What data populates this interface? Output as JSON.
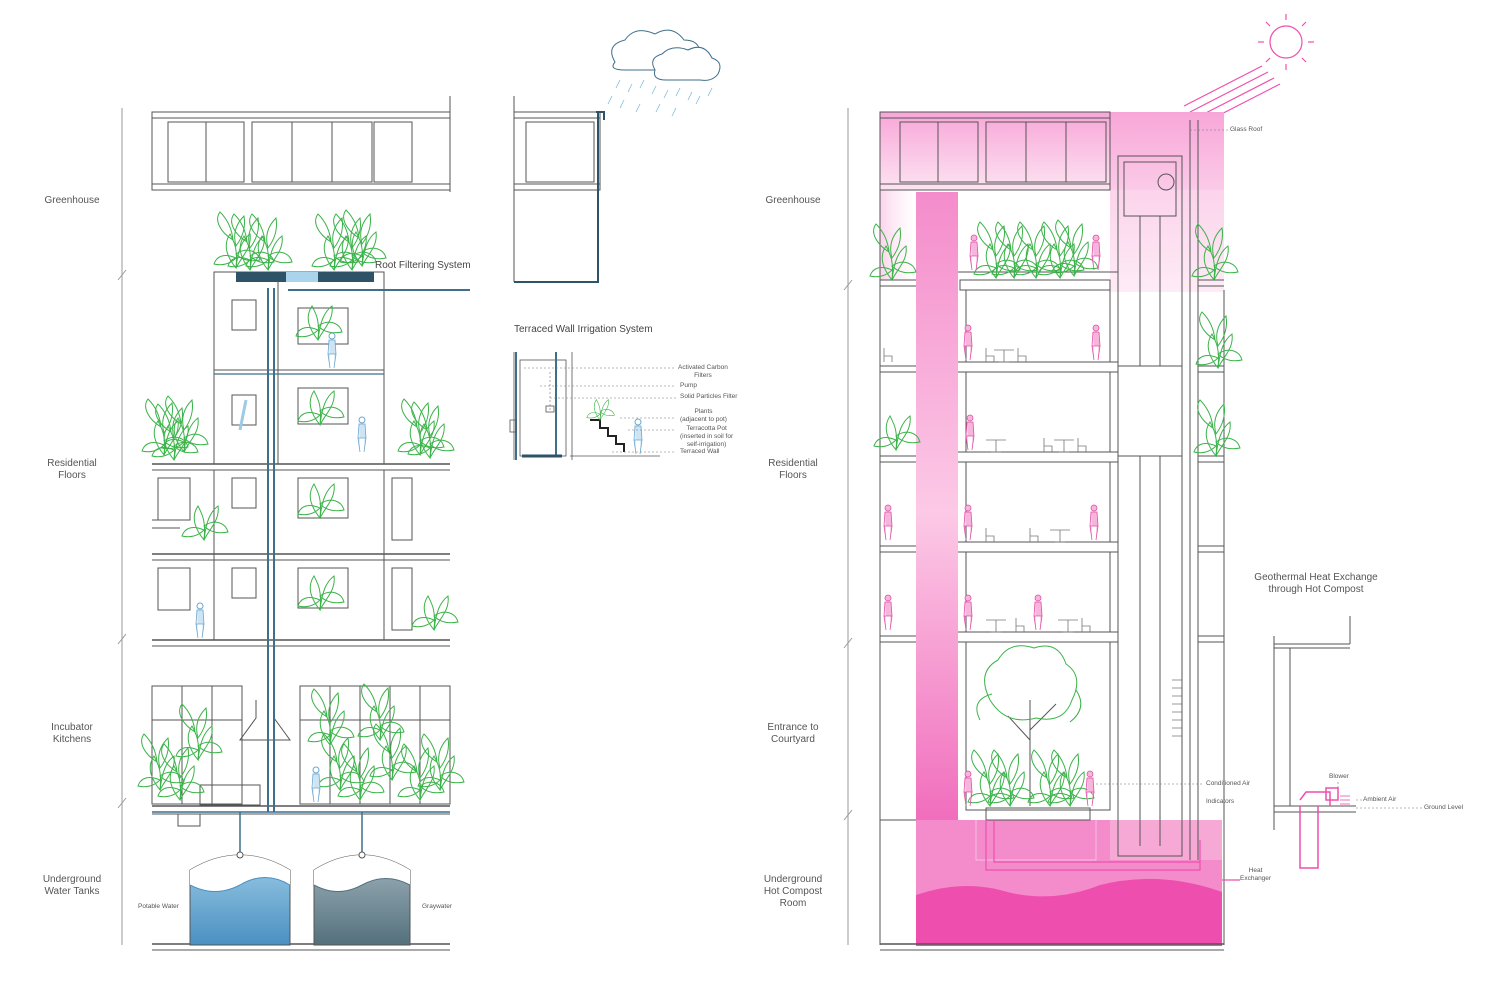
{
  "left_section": {
    "zones": [
      "Greenhouse",
      "Residential\nFloors",
      "Incubator\nKitchens",
      "Underground\nWater Tanks"
    ],
    "root_filtering_label": "Root Filtering System",
    "tank_labels": [
      "Potable Water",
      "Graywater"
    ]
  },
  "irrigation_detail": {
    "title": "Terraced Wall Irrigation System",
    "labels": [
      "Activated Carbon\nFilters",
      "Pump",
      "Solid Particles Filter",
      "Plants\n(adjacent to pot)",
      "Terracotta Pot\n(inserted in soil for\nself-irrigation)",
      "Terraced Wall"
    ]
  },
  "right_section": {
    "zones": [
      "Greenhouse",
      "Residential\nFloors",
      "Entrance to\nCourtyard",
      "Underground\nHot Compost\nRoom"
    ],
    "glass_roof_label": "Glass Roof",
    "conditioned_air_label": "Conditioned Air",
    "indicators_label": "Indicators",
    "heat_exchanger_label": "Heat\nExchanger"
  },
  "geothermal_detail": {
    "title": "Geothermal Heat Exchange\nthrough Hot Compost",
    "blower_label": "Blower",
    "ambient_air_label": "Ambient Air",
    "ground_level_label": "Ground Level"
  },
  "colors": {
    "plant": "#3cb34a",
    "water_blue": "#5b9ec9",
    "graywater": "#5f7a86",
    "pipe": "#3f6f8a",
    "heat_pink": "#ee4fae",
    "line": "#555555"
  }
}
